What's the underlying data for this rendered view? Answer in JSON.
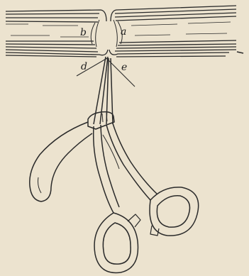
{
  "figure": {
    "labels": {
      "a": "a",
      "b": "b",
      "d": "d",
      "e": "e"
    },
    "colors": {
      "paper": "#ece3cf",
      "ink": "#2a2a2a"
    }
  }
}
